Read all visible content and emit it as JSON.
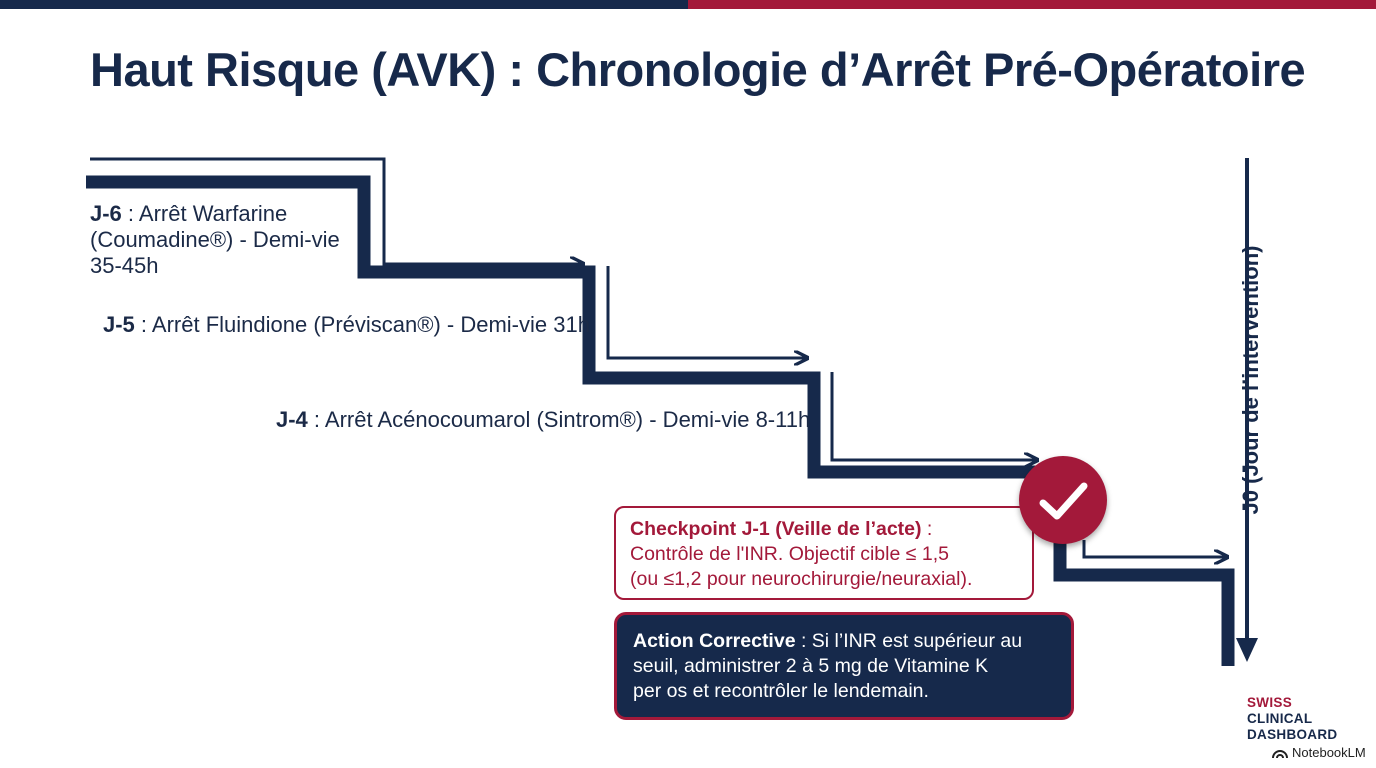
{
  "title": "Haut Risque (AVK) : Chronologie d’Arrêt Pré-Opératoire",
  "steps": [
    {
      "day": "J-6",
      "text_line1": " : Arrêt Warfarine",
      "text_line2": "(Coumadine®) - Demi-vie",
      "text_line3": "35-45h"
    },
    {
      "day": "J-5",
      "text": " : Arrêt Fluindione (Préviscan®) - Demi-vie 31h"
    },
    {
      "day": "J-4",
      "text": " : Arrêt Acénocoumarol (Sintrom®) - Demi-vie 8-11h"
    }
  ],
  "checkpoint": {
    "heading": "Checkpoint J-1 (Veille de l’acte)",
    "colon": " :",
    "line2": "Contrôle de l'INR. Objectif cible ≤ 1,5",
    "line3": "(ou ≤1,2 pour neurochirurgie/neuraxial).",
    "icon": "checkmark-icon"
  },
  "action": {
    "heading": "Action Corrective",
    "line1_rest": " : Si l’INR est supérieur au",
    "line2": "seuil, administrer 2 à 5 mg de Vitamine K",
    "line3": "per os et recontrôler le lendemain."
  },
  "day_zero_label": "J0 (Jour de l’intervention)",
  "brand": {
    "line1": "SWISS",
    "line2": "CLINICAL",
    "line3": "DASHBOARD"
  },
  "watermark": "NotebookLM",
  "colors": {
    "navy": "#16294b",
    "crimson": "#a3193a",
    "text": "#1b2a47"
  }
}
